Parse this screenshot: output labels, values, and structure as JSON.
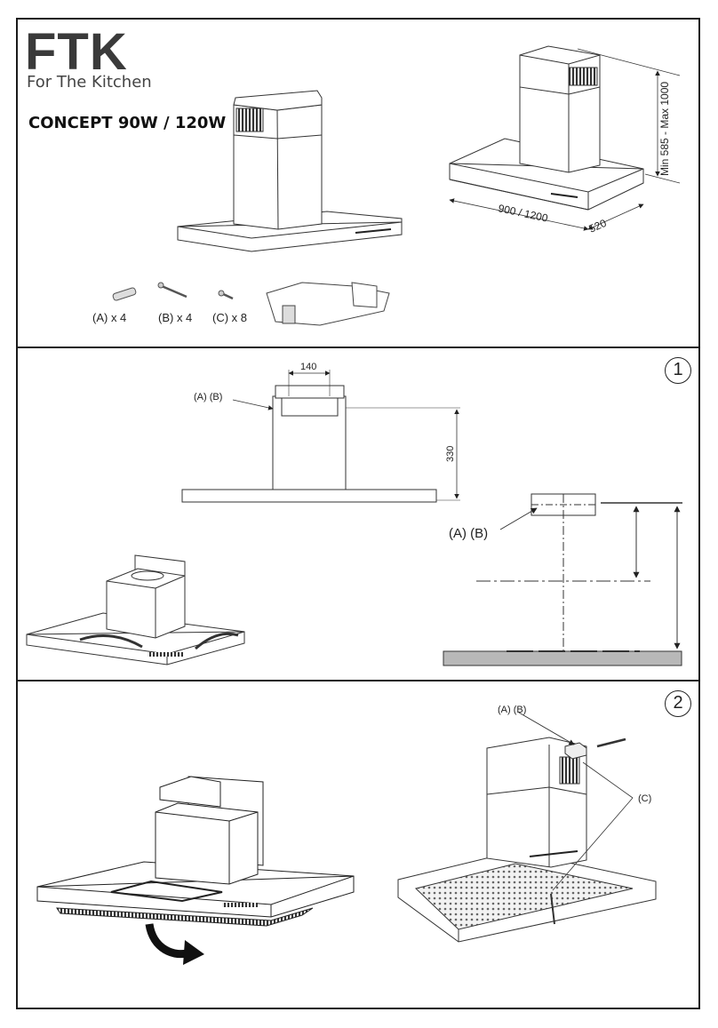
{
  "brand": {
    "logo": "FTK",
    "tagline": "For The Kitchen"
  },
  "model": "CONCEPT 90W / 120W",
  "dimensions": {
    "height_range": "Min 585 - Max 1000",
    "width": "900 / 1200",
    "depth": "520"
  },
  "accessories": [
    {
      "label": "(A) x 4"
    },
    {
      "label": "(B) x 4"
    },
    {
      "label": "(C) x 8"
    }
  ],
  "step1": {
    "number": "1",
    "bracket_width": "140",
    "callout_small": "(A) (B)",
    "height": "330",
    "callout_large": "(A) (B)"
  },
  "step2": {
    "number": "2",
    "callout_ab": "(A) (B)",
    "callout_c": "(C)"
  }
}
